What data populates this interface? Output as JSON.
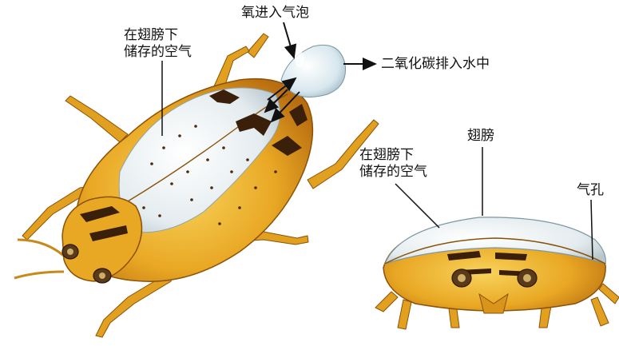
{
  "labels": {
    "oxygen_in_bubble": "氧进入气泡",
    "co2_to_water": "二氧化碳排入水中",
    "air_under_wings_top": "在翅膀下\n储存的空气",
    "air_under_wings_side": "在翅膀下\n储存的空气",
    "wings": "翅膀",
    "spiracle": "气孔"
  },
  "colors": {
    "beetle_body": "#e9a824",
    "beetle_shadow": "#b86d10",
    "beetle_highlight": "#f7d25a",
    "wing_air_bubble": "#dfe9ee",
    "stripe": "#3a1f0a",
    "line": "#111111"
  }
}
